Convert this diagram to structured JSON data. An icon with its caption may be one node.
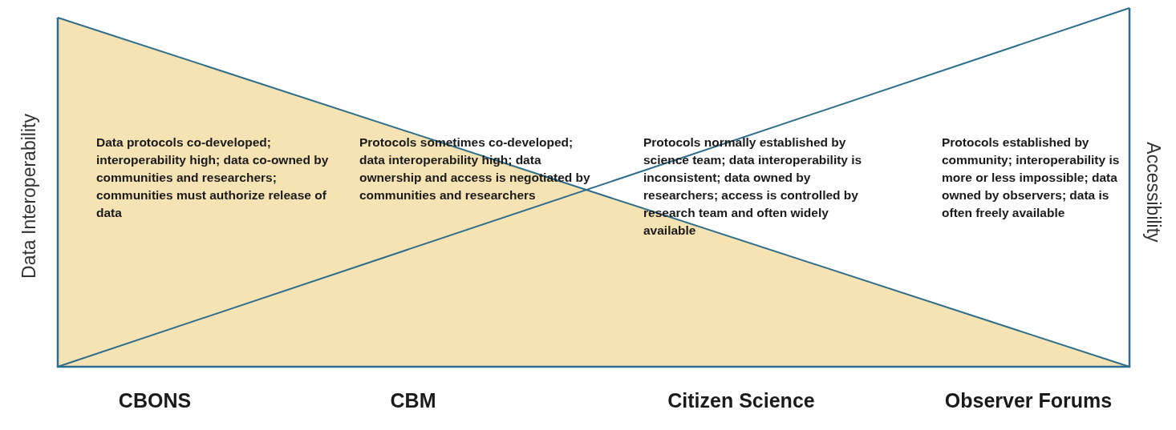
{
  "diagram": {
    "labels": [
      "Data Interoperability",
      "Data protocols co-developed; interoperability high; data co-owned by communities and researchers; communities must authorize release of data",
      "Protocols sometimes co-developed; data interoperability high; data ownership and access is negotiated by communities and researchers",
      "Protocols normally established by science team; data interoperability is inconsistent; data owned by researchers; access is controlled by research team and often widely available",
      "Protocols established by community; interoperability is more or less impossible; data owned by observers; data is often freely available",
      "Accessibility",
      "CBONS",
      "CBM",
      "Citizen Science",
      "Observer Forums"
    ]
  }
}
